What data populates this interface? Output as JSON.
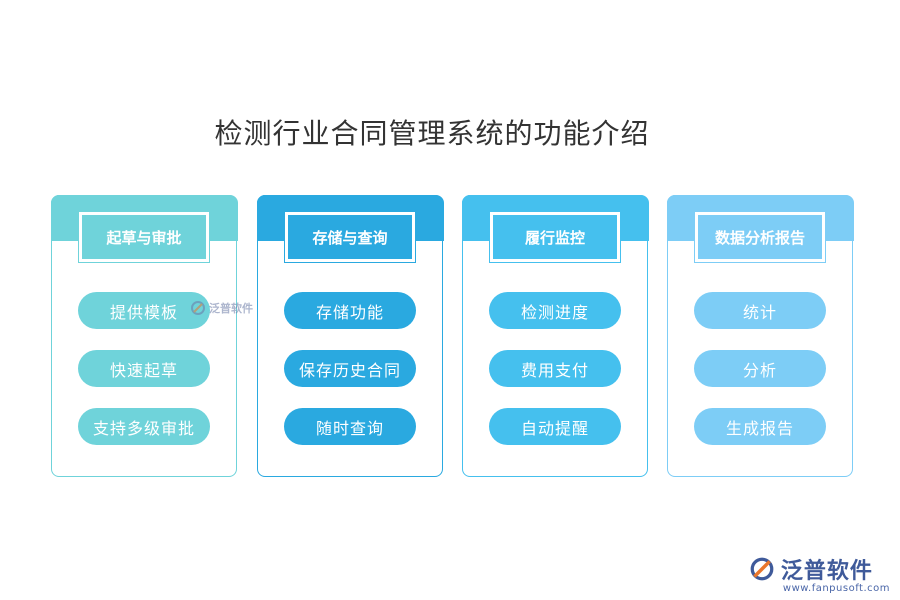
{
  "title": "检测行业合同管理系统的功能介绍",
  "columns": [
    {
      "header": "起草与审批",
      "items": [
        "提供模板",
        "快速起草",
        "支持多级审批"
      ],
      "color": "#6fd3da"
    },
    {
      "header": "存储与查询",
      "items": [
        "存储功能",
        "保存历史合同",
        "随时查询"
      ],
      "color": "#2aa9e0"
    },
    {
      "header": "履行监控",
      "items": [
        "检测进度",
        "费用支付",
        "自动提醒"
      ],
      "color": "#45c0ee"
    },
    {
      "header": "数据分析报告",
      "items": [
        "统计",
        "分析",
        "生成报告"
      ],
      "color": "#7dcdf6"
    }
  ],
  "watermark": {
    "text": "泛普软件",
    "icon": "fanpu-logo-icon"
  },
  "brand": {
    "name": "泛普软件",
    "url": "www.fanpusoft.com",
    "icon": "fanpu-logo-icon"
  }
}
